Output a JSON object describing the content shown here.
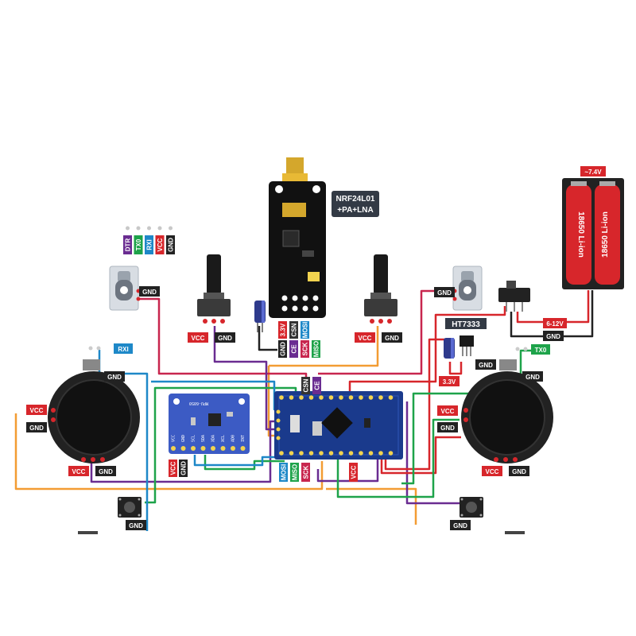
{
  "labels": {
    "gnd": "GND",
    "vcc": "VCC",
    "rxi": "RXI",
    "tx0": "TX0",
    "v33": "3.3V",
    "csn": "CSN",
    "mosi": "MOSI",
    "ce": "CE",
    "sck": "SCK",
    "miso": "MISO",
    "v612": "6-12V",
    "v74": "~7.4V",
    "ht7333": "HT7333",
    "nrf_title_1": "NRF24L01",
    "nrf_title_2": "+PA+LNA",
    "battery": "18650 Li-ion",
    "mpu": "MPU-6050"
  },
  "ftdi_pins": [
    "DTR",
    "TX0",
    "RXI",
    "VCC",
    "GND"
  ],
  "ftdi_colors": [
    "#6a2c91",
    "#1ea34a",
    "#1e88c8",
    "#d7262b",
    "#222222"
  ],
  "mpu_pins": [
    "VCC",
    "GND",
    "SCL",
    "SDA",
    "XDA",
    "XCL",
    "AD0",
    "INT"
  ],
  "colors": {
    "gnd": "#222222",
    "vcc": "#d7262b",
    "red_wire": "#d7262b",
    "pink_wire": "#c8264e",
    "purple_wire": "#6a2c91",
    "orange_wire": "#f39c33",
    "green_wire": "#1ea34a",
    "blue_wire": "#1e88c8",
    "pcb": "#1a3a8c",
    "mpu": "#3c5bc4"
  }
}
